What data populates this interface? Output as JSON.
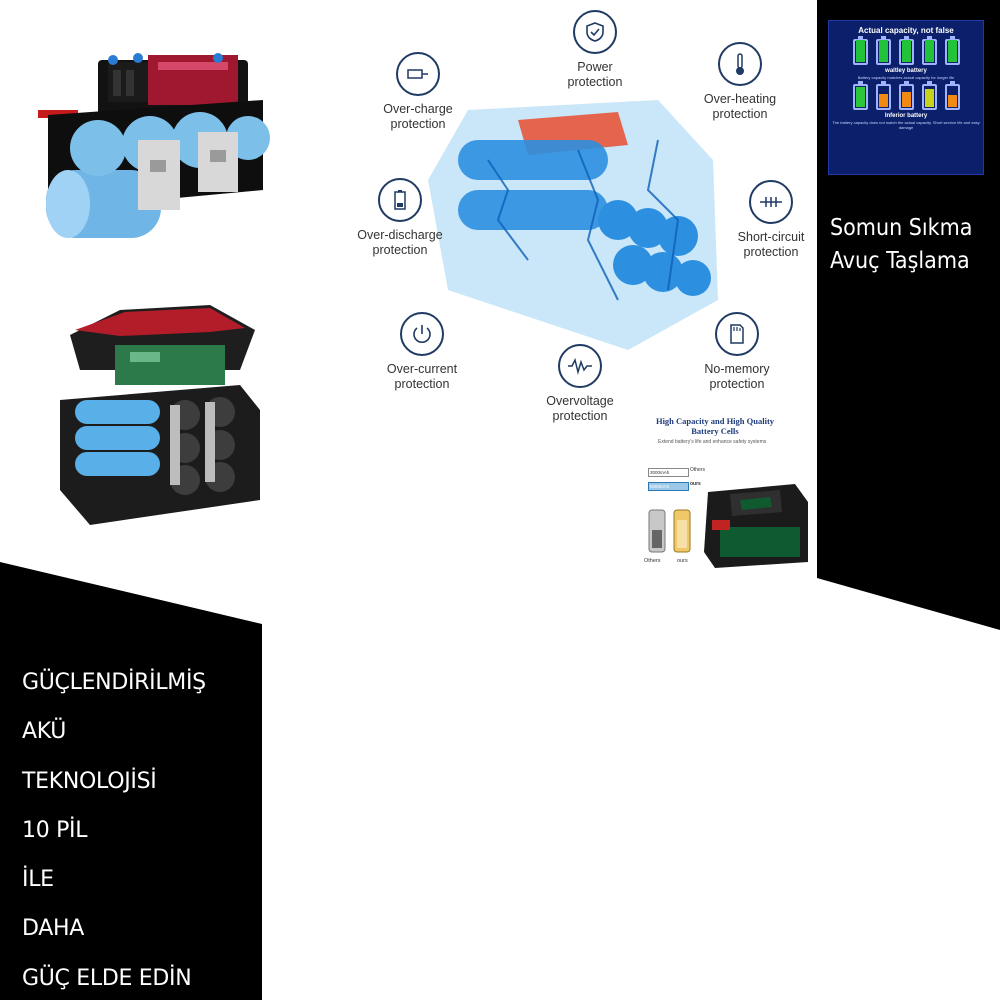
{
  "protection": {
    "power": "Power\nprotection",
    "overcharge": "Over-charge\nprotection",
    "overheating": "Over-heating\nprotection",
    "overdischarge": "Over-discharge\nprotection",
    "shortcircuit": "Short-circuit\nprotection",
    "overcurrent": "Over-current\nprotection",
    "overvoltage": "Overvoltage\nprotection",
    "nomemory": "No-memory\nprotection"
  },
  "quality_box": {
    "title_line1": "High Capacity and High Quality",
    "title_line2": "Battery Cells",
    "subtitle": "Extend battery's life and enhance safety systems",
    "bar_others_value": "3000mAh",
    "bar_others_label": "Others",
    "bar_ours_value": "5000mAh",
    "bar_ours_label": "ours",
    "cell_others": "Others",
    "cell_ours": "ours"
  },
  "capacity_chart": {
    "title": "Actual capacity, not false",
    "good_label": "waltley battery",
    "good_note": "Battery capacity matches actual capacity for longer life",
    "bad_label": "Inferior battery",
    "bad_note": "The battery capacity does not match the actual capacity. Short service life and easy damage",
    "good_fills": [
      1,
      1,
      1,
      1,
      1
    ],
    "bad_fills": [
      0.9,
      0.6,
      0.7,
      0.8,
      0.55
    ],
    "good_color": "#22c33a",
    "bad_colors": [
      "#2cc63a",
      "#f08a12",
      "#f08a12",
      "#c9d21a",
      "#f08a12"
    ]
  },
  "tools": {
    "line1": "Somun Sıkma",
    "line2": "Avuç Taşlama"
  },
  "headline": {
    "lines": [
      "GÜÇLENDİRİLMİŞ",
      "AKÜ",
      "TEKNOLOJİSİ",
      "10 PİL",
      "İLE",
      "DAHA",
      "GÜÇ ELDE EDİN"
    ]
  },
  "colors": {
    "panel_dark": "#000000",
    "chart_bg": "#0b1f6b",
    "cell_blue": "#3aa6ee",
    "icon_navy": "#1f3a63"
  }
}
